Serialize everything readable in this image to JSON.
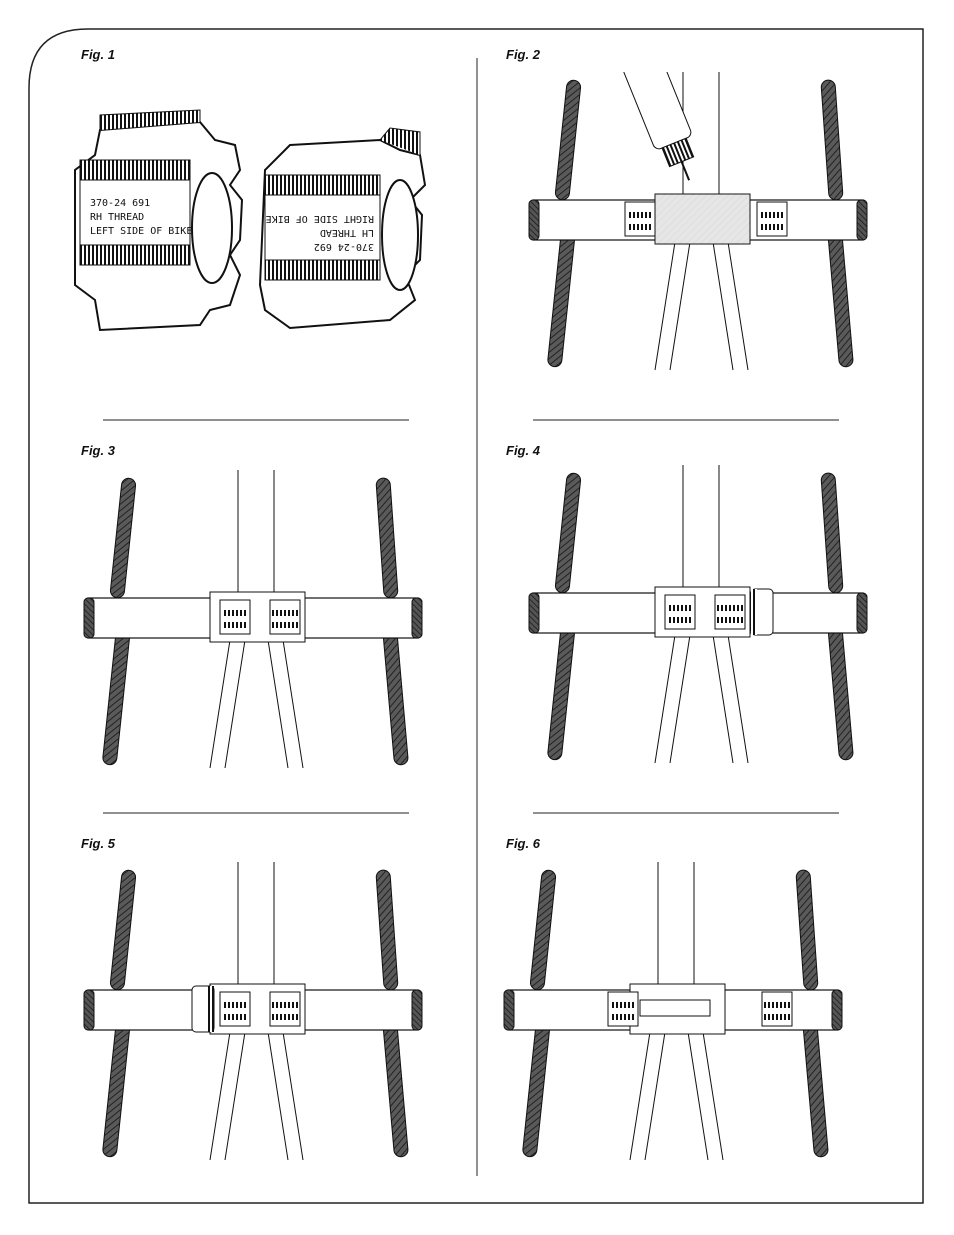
{
  "figures": [
    {
      "label": "Fig. 1"
    },
    {
      "label": "Fig. 2"
    },
    {
      "label": "Fig. 3"
    },
    {
      "label": "Fig. 4"
    },
    {
      "label": "Fig. 5"
    },
    {
      "label": "Fig. 6"
    }
  ],
  "cutters": {
    "left": {
      "line1": "370-24  691",
      "line2": "RH  THREAD",
      "line3": "LEFT SIDE OF BIKE"
    },
    "right": {
      "line1": "370-24  692",
      "line2": "LH  THREAD",
      "line3": "RIGHT SIDE OF BIKE"
    }
  }
}
